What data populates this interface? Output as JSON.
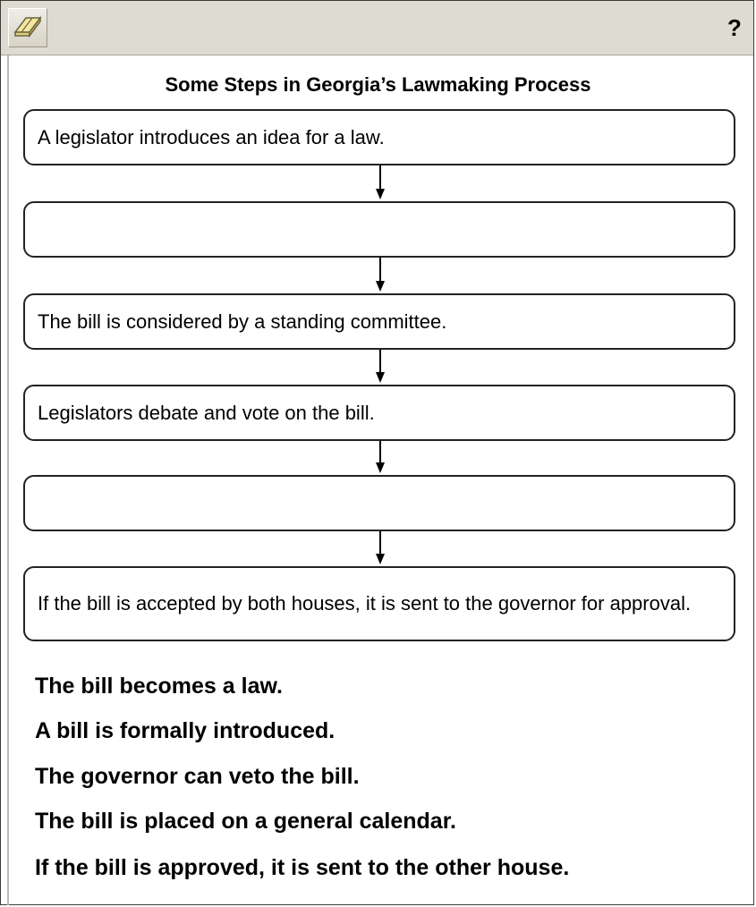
{
  "toolbar": {
    "eraser_icon": "eraser-icon",
    "help_label": "?"
  },
  "diagram": {
    "title": "Some Steps in Georgia’s Lawmaking Process",
    "steps": [
      "A legislator introduces an idea for a law.",
      "",
      "The bill is considered by a standing committee.",
      "Legislators debate and vote on the bill.",
      "",
      "If the bill is accepted by both houses, it is sent to the governor for approval."
    ]
  },
  "answer_choices": [
    "The bill becomes a law.",
    "A bill is formally introduced.",
    "The governor can veto the bill.",
    "The bill is placed on a general calendar.",
    "If the bill is approved, it is sent to the other house."
  ]
}
